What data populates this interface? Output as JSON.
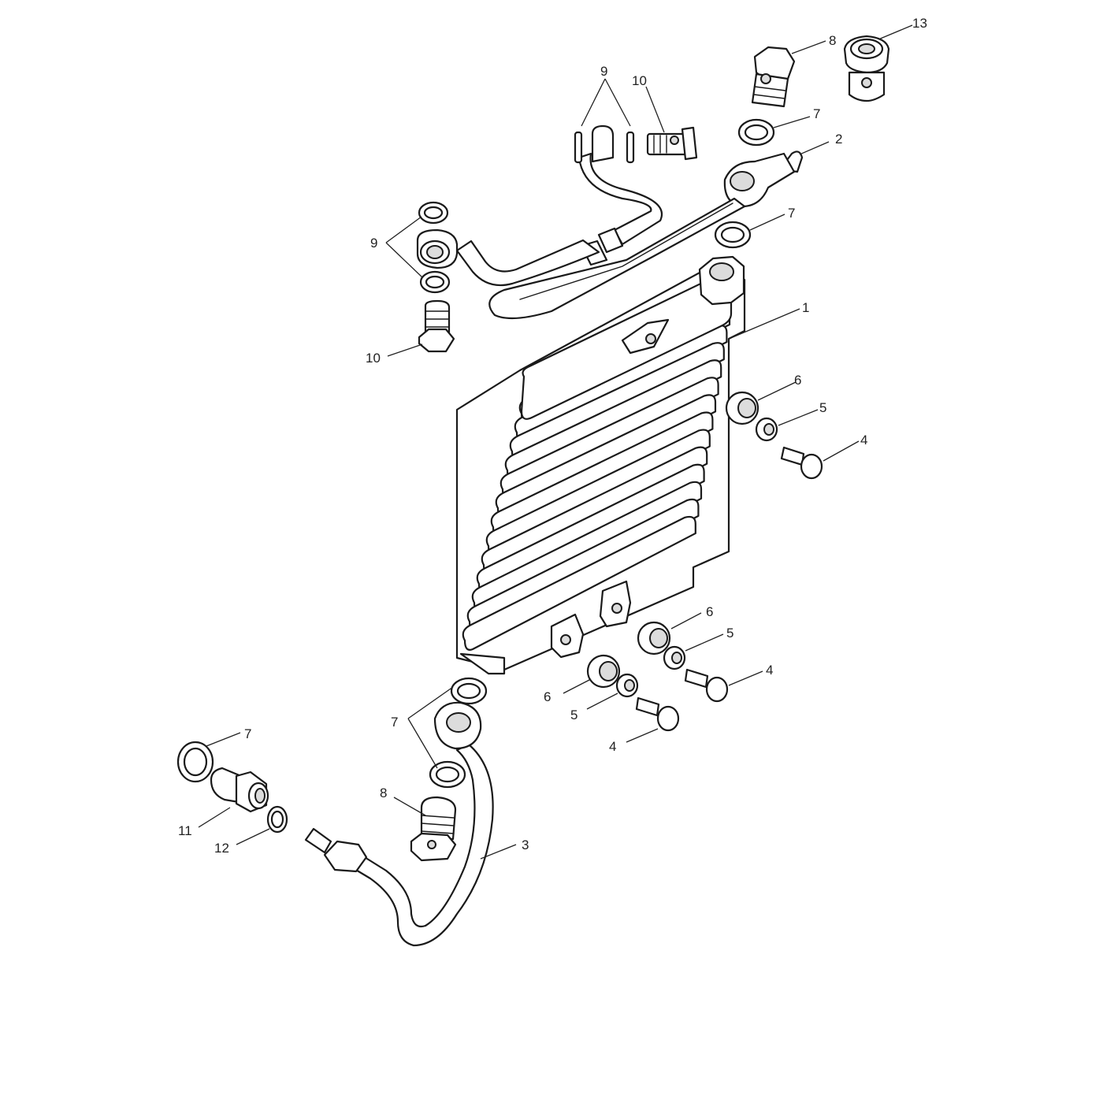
{
  "diagram": {
    "callouts": [
      {
        "id": "c1",
        "label": "1"
      },
      {
        "id": "c2",
        "label": "2"
      },
      {
        "id": "c3",
        "label": "3"
      },
      {
        "id": "c4a",
        "label": "4"
      },
      {
        "id": "c4b",
        "label": "4"
      },
      {
        "id": "c4c",
        "label": "4"
      },
      {
        "id": "c5a",
        "label": "5"
      },
      {
        "id": "c5b",
        "label": "5"
      },
      {
        "id": "c5c",
        "label": "5"
      },
      {
        "id": "c6a",
        "label": "6"
      },
      {
        "id": "c6b",
        "label": "6"
      },
      {
        "id": "c6c",
        "label": "6"
      },
      {
        "id": "c7a",
        "label": "7"
      },
      {
        "id": "c7b",
        "label": "7"
      },
      {
        "id": "c7c",
        "label": "7"
      },
      {
        "id": "c7d",
        "label": "7"
      },
      {
        "id": "c8a",
        "label": "8"
      },
      {
        "id": "c8b",
        "label": "8"
      },
      {
        "id": "c9a",
        "label": "9"
      },
      {
        "id": "c9b",
        "label": "9"
      },
      {
        "id": "c10a",
        "label": "10"
      },
      {
        "id": "c10b",
        "label": "10"
      },
      {
        "id": "c11",
        "label": "11"
      },
      {
        "id": "c12",
        "label": "12"
      },
      {
        "id": "c13",
        "label": "13"
      }
    ]
  }
}
